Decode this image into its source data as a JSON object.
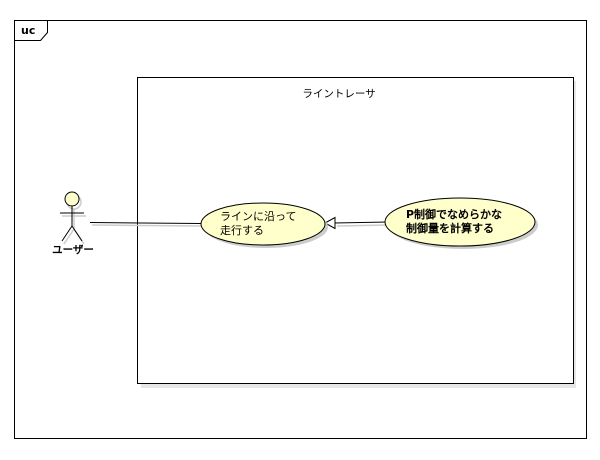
{
  "frame": {
    "tag": "uc"
  },
  "system": {
    "name": "ライントレーサ"
  },
  "actor": {
    "name": "ユーザー"
  },
  "use_cases": [
    {
      "lines": [
        "ラインに沿って",
        "走行する"
      ]
    },
    {
      "lines": [
        "P制御でなめらかな",
        "制御量を計算する"
      ]
    }
  ],
  "colors": {
    "use_case_fill": "#ffffcc",
    "actor_head_fill": "#ffffcc",
    "line": "#000000",
    "shadow": "#cccccc",
    "background": "#ffffff"
  }
}
